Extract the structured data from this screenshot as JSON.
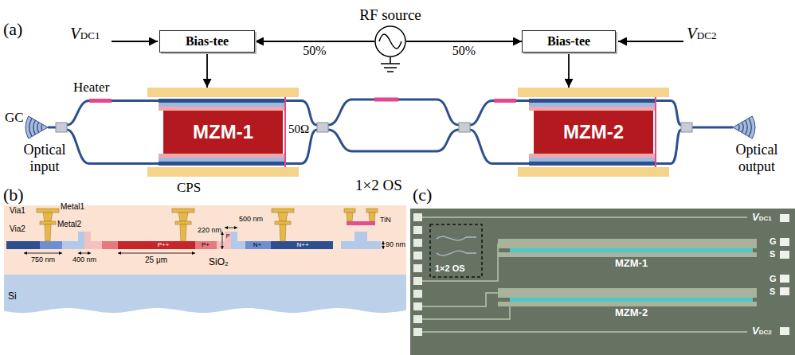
{
  "diagram": {
    "nodes": [
      {
        "text": [
          "RF source"
        ]
      },
      {
        "text": [
          "Bias-tee"
        ]
      },
      {
        "text": [
          "Bias-tee"
        ]
      },
      {
        "text": [
          "MZM-1"
        ]
      },
      {
        "text": [
          "MZM-2"
        ]
      }
    ],
    "edges": [
      {
        "from": 0,
        "to": 1,
        "arrow": "to",
        "label": "50%"
      },
      {
        "from": 0,
        "to": 2,
        "arrow": "to",
        "label": "50%"
      },
      {
        "from": 1,
        "to": 3,
        "arrow": "to"
      },
      {
        "from": 2,
        "to": 4,
        "arrow": "to"
      }
    ],
    "labels": [
      "(a)",
      "VDC1",
      "VDC2",
      "Heater",
      "GC",
      "Optical input",
      "CPS",
      "50Ω",
      "1×2 OS",
      "Optical output",
      "(b)",
      "Via1",
      "Metal1",
      "Via2",
      "Metal2",
      "500 nm",
      "220 nm",
      "90 nm",
      "750 nm",
      "400 nm",
      "25 μm",
      "P++",
      "P+",
      "P",
      "N+",
      "N++",
      "SiO₂",
      "Si",
      "TiN",
      "(c)",
      "VDC1",
      "VDC2",
      "G",
      "S",
      "G",
      "S",
      "MZM-1",
      "MZM-2",
      "1×2 OS"
    ]
  }
}
